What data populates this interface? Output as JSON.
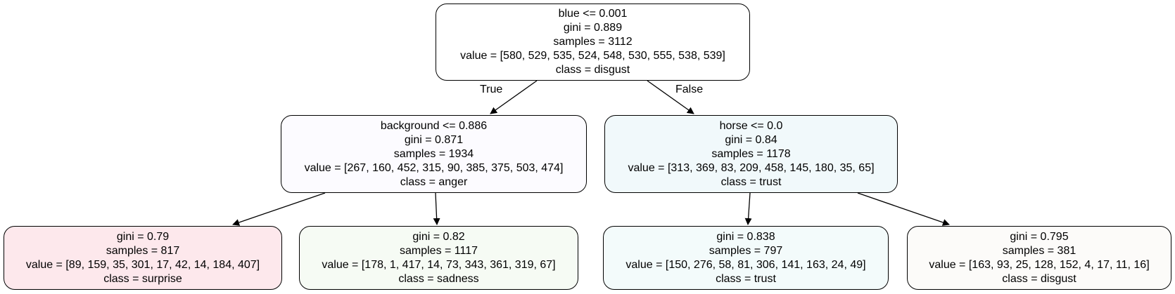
{
  "nodes": [
    {
      "id": "n0",
      "fill": "#ffffff",
      "lines": [
        "blue <= 0.001",
        "gini = 0.889",
        "samples = 3112",
        "value = [580, 529, 535, 524, 548, 530, 555, 538, 539]",
        "class = disgust"
      ]
    },
    {
      "id": "n1",
      "fill": "#fcfbff",
      "lines": [
        "background <= 0.886",
        "gini = 0.871",
        "samples = 1934",
        "value = [267, 160, 452, 315, 90, 385, 375, 503, 474]",
        "class = anger"
      ]
    },
    {
      "id": "n2",
      "fill": "#f1f9fb",
      "lines": [
        "horse <= 0.0",
        "gini = 0.84",
        "samples = 1178",
        "value = [313, 369, 83, 209, 458, 145, 180, 35, 65]",
        "class = trust"
      ]
    },
    {
      "id": "n3",
      "fill": "#fde8ec",
      "lines": [
        "gini = 0.79",
        "samples = 817",
        "value = [89, 159, 35, 301, 17, 42, 14, 184, 407]",
        "class = surprise"
      ]
    },
    {
      "id": "n4",
      "fill": "#f6fbf4",
      "lines": [
        "gini = 0.82",
        "samples = 1117",
        "value = [178, 1, 417, 14, 73, 343, 361, 319, 67]",
        "class = sadness"
      ]
    },
    {
      "id": "n5",
      "fill": "#f3fbfb",
      "lines": [
        "gini = 0.838",
        "samples = 797",
        "value = [150, 276, 58, 81, 306, 141, 163, 24, 49]",
        "class = trust"
      ]
    },
    {
      "id": "n6",
      "fill": "#fcfbf9",
      "lines": [
        "gini = 0.795",
        "samples = 381",
        "value = [163, 93, 25, 128, 152, 4, 17, 11, 16]",
        "class = disgust"
      ]
    }
  ],
  "edge_labels": {
    "true": "True",
    "false": "False"
  }
}
